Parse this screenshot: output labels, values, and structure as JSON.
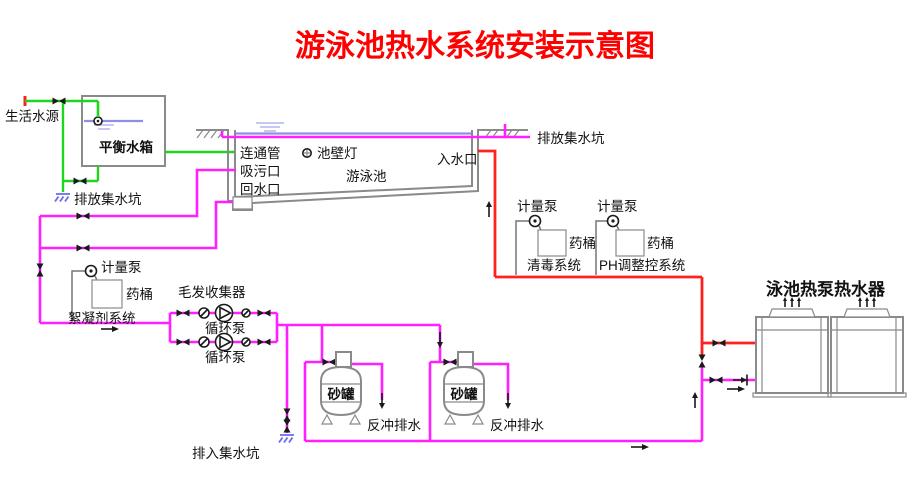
{
  "title": "游泳池热水系统安装示意图",
  "colors": {
    "title_red": "#ff0000",
    "hot_pipe": "#ff2020",
    "pool_pipe": "#ff1fff",
    "fresh_pipe": "#1fd61f",
    "structure_gray": "#8a8a8a",
    "water_blue": "#8f8fe8",
    "symbol_black": "#1a1a1a",
    "pit_blue": "#6a6af0"
  },
  "labels": {
    "source": "生活水源",
    "balance_tank": "平衡水箱",
    "drain_pit_left": "排放集水坑",
    "connecting_pipe": "连通管",
    "suction_port": "吸污口",
    "return_port": "回水口",
    "pool_light": "池壁灯",
    "pool": "游泳池",
    "inlet": "入水口",
    "drain_pit_top": "排放集水坑",
    "metering_pump_floc": "计量泵",
    "chem_barrel_floc": "药桶",
    "floc_system": "絮凝剂系统",
    "hair_collector": "毛发收集器",
    "circ_pump_1": "循环泵",
    "circ_pump_2": "循环泵",
    "sand_tank_1": "砂罐",
    "sand_tank_2": "砂罐",
    "backwash_1": "反冲排水",
    "backwash_2": "反冲排水",
    "drain_pit_bottom": "排入集水坑",
    "metering_pump_disinfect": "计量泵",
    "chem_barrel_disinfect": "药桶",
    "disinfect_system": "清毒系统",
    "metering_pump_ph": "计量泵",
    "chem_barrel_ph": "药桶",
    "ph_system": "PH调整控系统",
    "heater": "泳池热泵热水器"
  }
}
